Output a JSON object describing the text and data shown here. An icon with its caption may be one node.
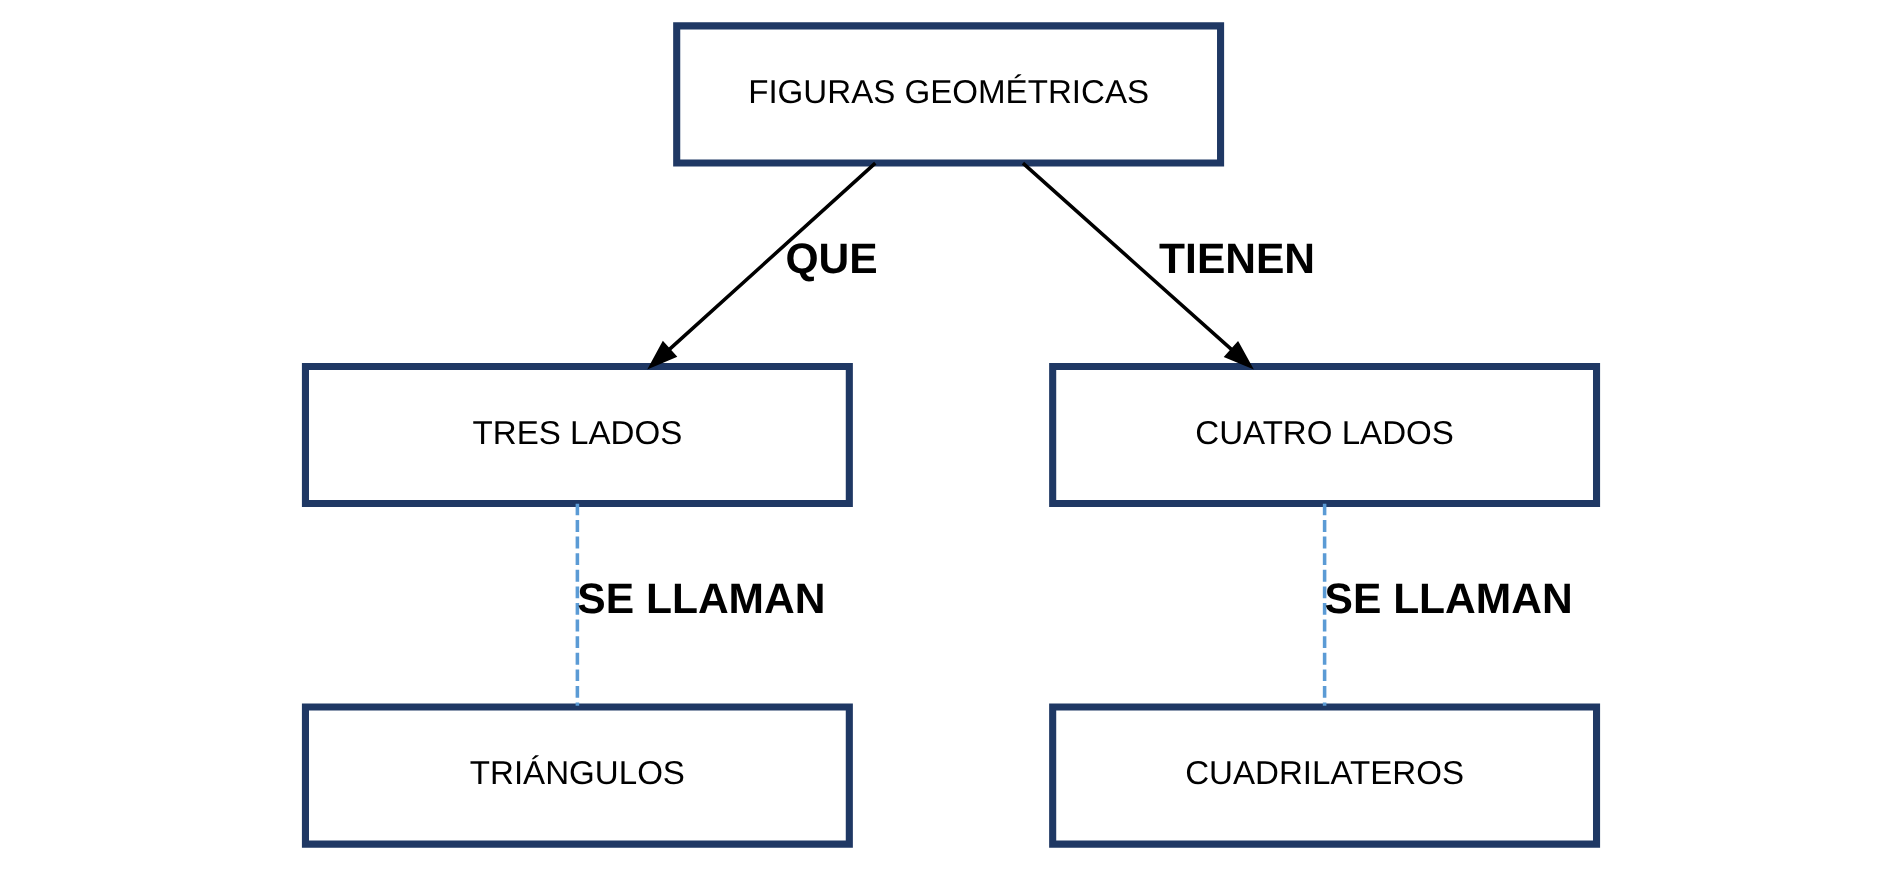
{
  "diagram": {
    "nodes": [
      {
        "text": [
          "FIGURAS GEOMÉTRICAS"
        ]
      },
      {
        "text": [
          "TRES LADOS"
        ]
      },
      {
        "text": [
          "CUATRO LADOS"
        ]
      },
      {
        "text": [
          "TRIÁNGULOS"
        ]
      },
      {
        "text": [
          "CUADRILATEROS"
        ]
      }
    ],
    "edges": [
      {
        "from": 0,
        "to": 1,
        "arrow": "to",
        "label": "QUE"
      },
      {
        "from": 0,
        "to": 2,
        "arrow": "to",
        "label": "TIENEN"
      },
      {
        "from": 1,
        "to": 3,
        "arrow": "none",
        "label": "SE LLAMAN",
        "style": "dashed",
        "color": "#5b9bd5"
      },
      {
        "from": 2,
        "to": 4,
        "arrow": "none",
        "label": "SE LLAMAN",
        "style": "dashed",
        "color": "#5b9bd5"
      }
    ]
  }
}
